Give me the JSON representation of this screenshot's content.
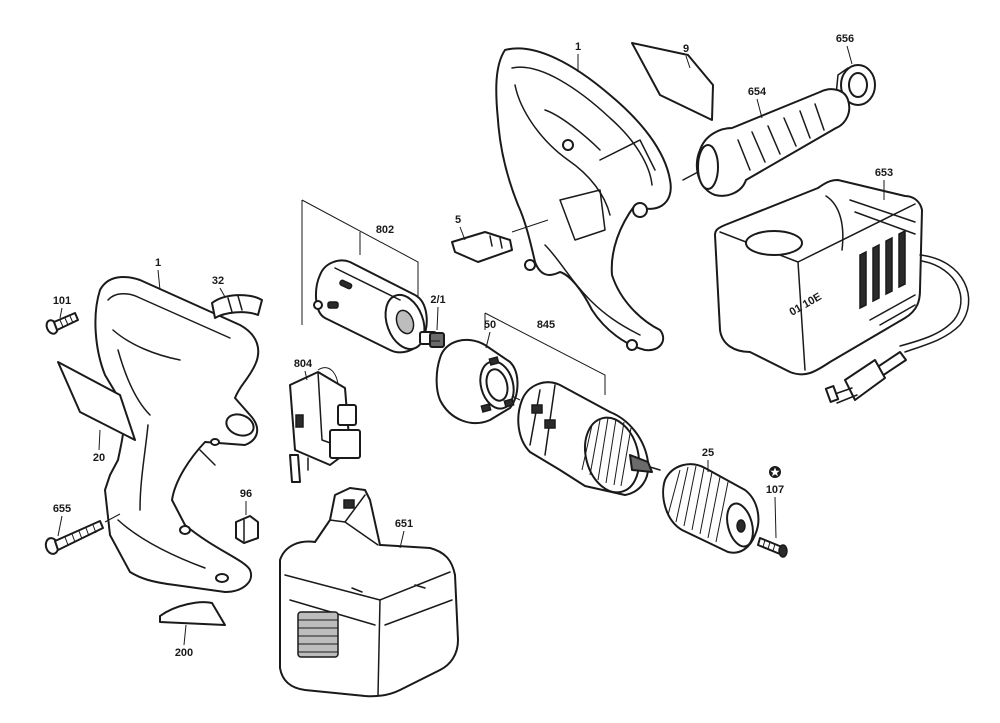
{
  "diagram": {
    "parts": [
      {
        "id": "housing_right",
        "number": "1"
      },
      {
        "id": "housing_left",
        "number": "1"
      },
      {
        "id": "name_plate",
        "number": "9"
      },
      {
        "id": "ring",
        "number": "656"
      },
      {
        "id": "aux_handle",
        "number": "654"
      },
      {
        "id": "charger",
        "number": "653"
      },
      {
        "id": "switch_button",
        "number": "5"
      },
      {
        "id": "motor",
        "number": "802"
      },
      {
        "id": "motor_pinion",
        "number": "2/1"
      },
      {
        "id": "clutch_ring",
        "number": "50"
      },
      {
        "id": "gear_assembly",
        "number": "845"
      },
      {
        "id": "switch",
        "number": "804"
      },
      {
        "id": "lever",
        "number": "32"
      },
      {
        "id": "screw_101",
        "number": "101"
      },
      {
        "id": "label_20",
        "number": "20"
      },
      {
        "id": "screw_655",
        "number": "655"
      },
      {
        "id": "clip",
        "number": "96"
      },
      {
        "id": "label_200",
        "number": "200"
      },
      {
        "id": "battery",
        "number": "651"
      },
      {
        "id": "chuck",
        "number": "25"
      },
      {
        "id": "chuck_screw",
        "number": "107"
      }
    ],
    "charger_marking": "01 10E"
  }
}
